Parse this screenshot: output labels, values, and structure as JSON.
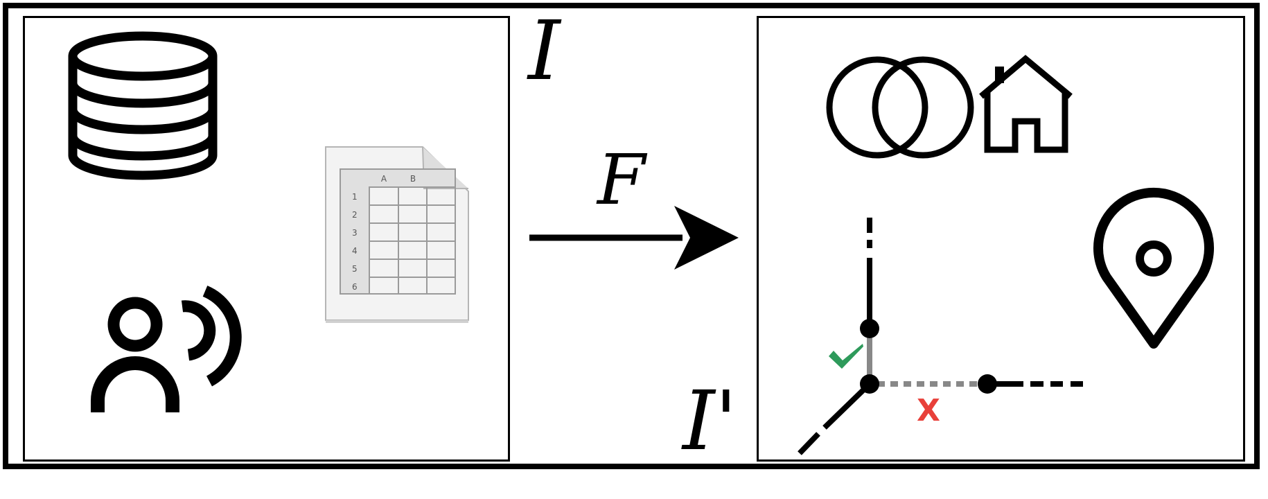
{
  "diagram": {
    "input_label": "I",
    "function_label": "F",
    "output_label": "I'",
    "input_icons": [
      "database-icon",
      "spreadsheet-icon",
      "voice-user-icon"
    ],
    "output_icons": [
      "overlap-circles-icon",
      "house-icon",
      "network-graph-icon",
      "location-pin-icon"
    ],
    "spreadsheet": {
      "columns": [
        "A",
        "B"
      ],
      "rows": [
        "1",
        "2",
        "3",
        "4",
        "5",
        "6"
      ]
    },
    "marks": {
      "check_color": "#2e9a5b",
      "cross_color": "#e8403a",
      "cross_text": "X"
    }
  }
}
